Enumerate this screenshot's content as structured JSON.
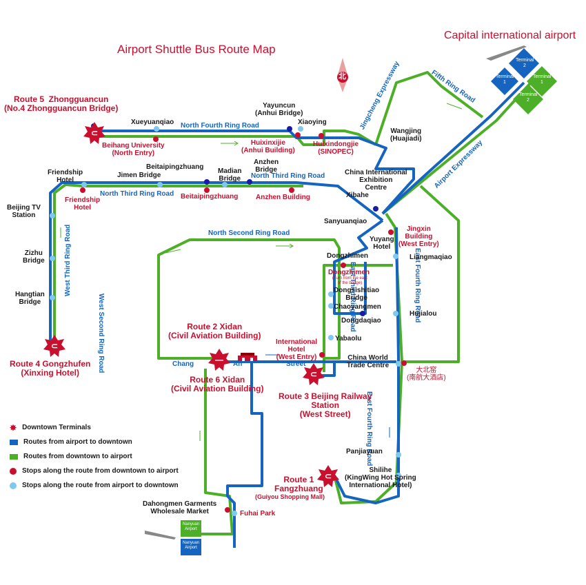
{
  "title": "Airport Shuttle Bus Route Map",
  "airport_title": "Capital international airport",
  "compass": "北",
  "colors": {
    "airport_to_downtown": "#1565c0",
    "downtown_to_airport": "#4caf27",
    "stop_outbound": "#c8102e",
    "stop_inbound": "#7fc8f0",
    "labels_red": "#c8102e"
  },
  "roads": {
    "north_fourth": "North Fourth Ring Road",
    "north_third": "North Third Ring Road",
    "north_third_2": "North Third Ring Road",
    "north_second": "North Second Ring Road",
    "west_second": "West Second Ring Road",
    "west_third": "West Third Ring Road",
    "east_third": "East Third Ring Road",
    "east_fourth_upper": "East Fourth Ring Road",
    "east_fourth_lower": "East Fourth Ring Road",
    "fifth": "Fifth Ring Road",
    "jingcheng": "Jingcheng Expressway",
    "airport_expwy": "Airport Expressway",
    "changan_1": "Chang",
    "changan_2": "An",
    "changan_3": "Street"
  },
  "terminals": {
    "t2_blue": "Terminal 2",
    "t1_blue": "Terminal 1",
    "t1_green": "Terminal 1",
    "t2_green": "Terminal 2"
  },
  "nanyuan": {
    "green": "Nanyuan Airport",
    "blue": "Nanyuan Airport"
  },
  "routes": {
    "r5": "Route 5  Zhongguancun\n(No.4 Zhongguancun Bridge)",
    "r4": "Route 4 Gongzhufen\n(Xinxing Hotel)",
    "r2": "Route 2 Xidan\n(Civil Aviation Building)",
    "r6": "Route 6 Xidan\n(Civil Aviation Building)",
    "r3": "Route 3 Beijing Railway\nStation\n(West Street)",
    "r1": "Route 1\nFangzhuang",
    "r1_sub": "(Guiyou Shopping Mall)"
  },
  "stops_dark": {
    "xueyuanqiao": "Xueyuanqiao",
    "yayuncun": "Yayuncun\n(Anhui Bridge)",
    "xiaoying": "Xiaoying",
    "wangjing": "Wangjing\n(Huajiadi)",
    "friendship": "Friendship\nHotel",
    "beijingtv": "Beijing TV\nStation",
    "zizhu": "Zizhu\nBridge",
    "hangtian": "Hangtian\nBridge",
    "jimen": "Jimen Bridge",
    "beitaipingzhuang": "Beitaipingzhuang",
    "madian": "Madian\nBridge",
    "anzhen": "Anzhen\nBridge",
    "china_intl": "China International\nExhibition\nCentre",
    "xibahe": "Xibahe",
    "sanyuanqiao": "Sanyuanqiao",
    "yuyang": "Yuyang\nHotel",
    "liangmaqiao": "Liangmaqiao",
    "dongzhimen": "Dongzhimen",
    "dongsishitiao": "Dongsishitiao\nBridge",
    "chaoyangmen": "Chaoyangmen",
    "hujialou": "Hujialou",
    "dongdaqiao": "Dongdaqiao",
    "yabaolu": "Yabaolu",
    "cwtc": "China World\nTrade Centre",
    "panjiayuan": "Panjiayuan",
    "shilihe": "Shilihe\n(KingWing Hot Spring\nInternational Hotel)",
    "dahongmen": "Dahongmen Garments\nWholesale Market"
  },
  "stops_red": {
    "beihang": "Beihang University\n(North Entry)",
    "huixinxijie": "Huixinxijie\n(Anhui Building)",
    "huixindongjie": "Huixindongjie\n(SINOPEC)",
    "friendship_hotel": "Friendship\nHotel",
    "beitaipingzhuang": "Beitaipingzhuang",
    "anzhen_building": "Anzhen Building",
    "jingxin": "Jingxin\nBuilding\n(West Entry)",
    "dongzhimen": "Dongzhimen",
    "dongzhimen_note": "(Turn from the east\nof the bridge)",
    "intl_hotel": "International\nHotel\n(West Entry)",
    "beijing_hotel": "大北窑\n(南航大酒店)",
    "fuhai_park": "Fuhai Park"
  },
  "legend": [
    {
      "label": "Downtown Terminals",
      "icon": "terminal-star-icon"
    },
    {
      "label": "Routes from airport to downtown",
      "icon": "blue-line-icon"
    },
    {
      "label": "Routes from downtown to airport",
      "icon": "green-line-icon"
    },
    {
      "label": "Stops along the route from downtown to airport",
      "icon": "red-dot-icon"
    },
    {
      "label": "Stops along the route from airport to downtown",
      "icon": "lightblue-dot-icon"
    }
  ]
}
